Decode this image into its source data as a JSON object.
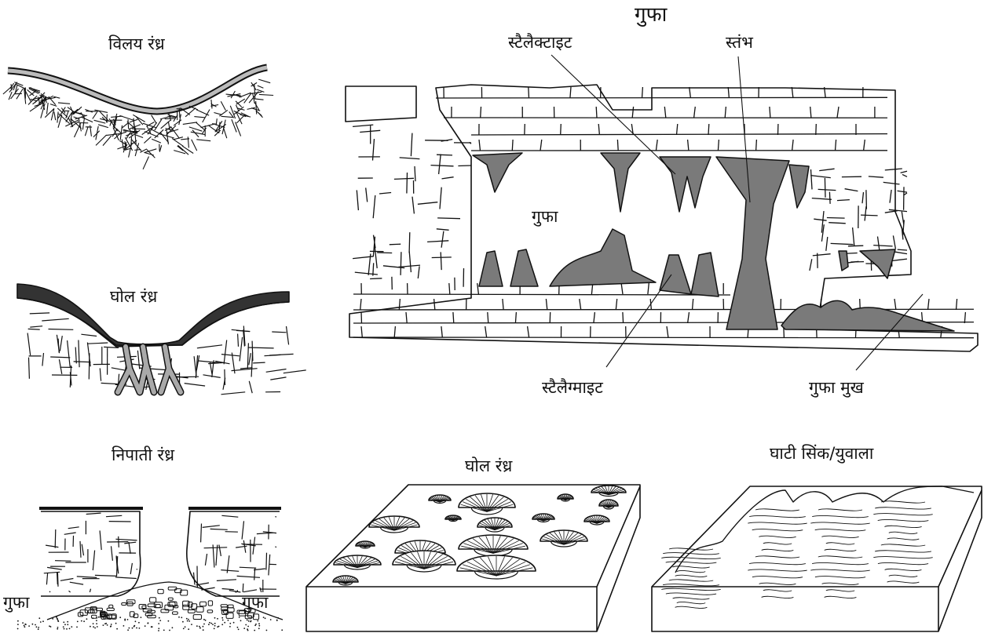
{
  "labels": {
    "solution_sinkhole": "विलय रंध्र",
    "doline": "घोल रंध्र",
    "collapse_sinkhole": "निपाती रंध्र",
    "doline_surface": "घोल रंध्र",
    "valley_sink": "घाटी सिंक/युवाला",
    "cave_title": "गुफा",
    "stalactite": "स्टैलैक्टाइट",
    "pillar": "स्तंभ",
    "cave_inside": "गुफा",
    "stalagmite": "स्टैलैग्माइट",
    "cave_mouth": "गुफा मुख",
    "cave_left": "गुफा",
    "cave_right": "गुफा"
  },
  "colors": {
    "ink": "#111111",
    "deposit": "#7a7a7a",
    "soil": "#333333",
    "root": "#a9a9a9"
  }
}
